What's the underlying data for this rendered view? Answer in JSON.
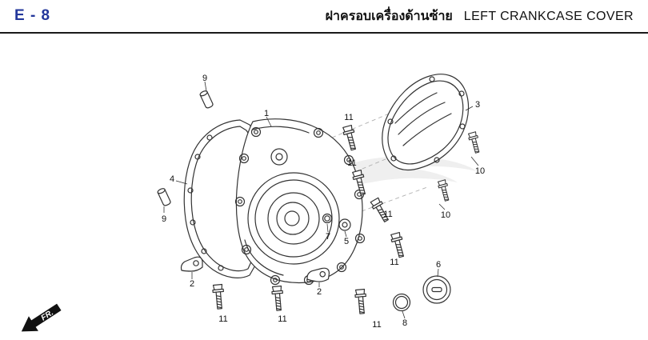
{
  "header": {
    "page_code": "E - 8",
    "title_thai": "ฝาครอบเครื่องด้านซ้าย",
    "title_english": "LEFT CRANKCASE COVER"
  },
  "colors": {
    "page_code_blue": "#23379b",
    "line_dark": "#333333",
    "header_rule": "#1a1a1a",
    "watermark_gray": "#e2e2e2"
  },
  "diagram": {
    "fr_label": "FR.",
    "callouts": [
      {
        "label": "9"
      },
      {
        "label": "1"
      },
      {
        "label": "11"
      },
      {
        "label": "3"
      },
      {
        "label": "11"
      },
      {
        "label": "10"
      },
      {
        "label": "4"
      },
      {
        "label": "9"
      },
      {
        "label": "11"
      },
      {
        "label": "10"
      },
      {
        "label": "7"
      },
      {
        "label": "5"
      },
      {
        "label": "11"
      },
      {
        "label": "2"
      },
      {
        "label": "11"
      },
      {
        "label": "11"
      },
      {
        "label": "2"
      },
      {
        "label": "11"
      },
      {
        "label": "8"
      },
      {
        "label": "6"
      }
    ]
  }
}
